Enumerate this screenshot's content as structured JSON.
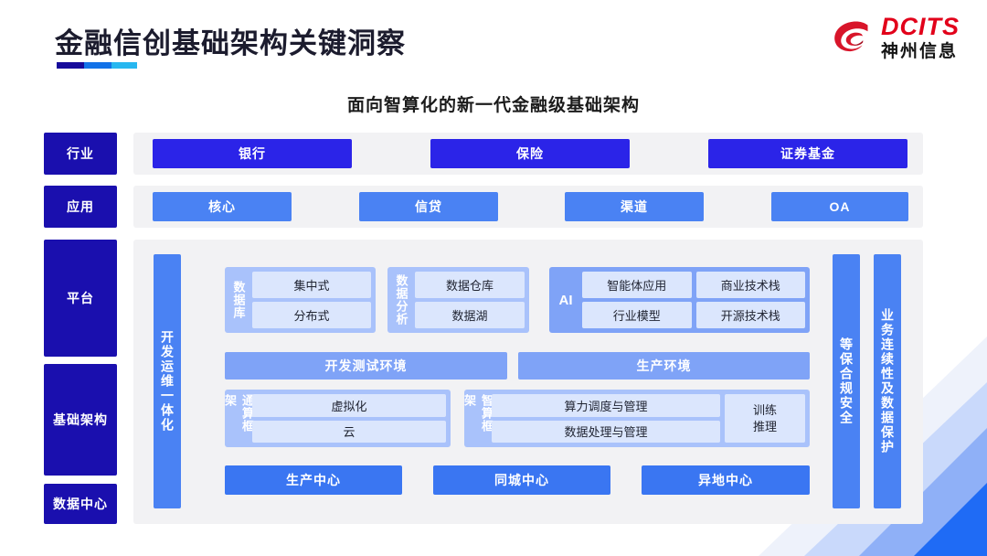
{
  "header": {
    "title": "金融信创基础架构关键洞察",
    "rule_colors": [
      "#160a9b",
      "#1272e8",
      "#27b7f0"
    ],
    "logo": {
      "en": "DCITS",
      "cn": "神州信息",
      "color": "#e2001a"
    }
  },
  "subtitle": "面向智算化的新一代金融级基础架构",
  "sidebar": {
    "items": [
      {
        "label": "行业"
      },
      {
        "label": "应用"
      },
      {
        "label": "平台"
      },
      {
        "label": "基础架构"
      },
      {
        "label": "数据中心"
      }
    ],
    "color": "#1a0fae"
  },
  "industry_row": {
    "color": "#2b24e8",
    "items": [
      {
        "label": "银行"
      },
      {
        "label": "保险"
      },
      {
        "label": "证券基金"
      }
    ]
  },
  "application_row": {
    "color": "#4a82f3",
    "items": [
      {
        "label": "核心"
      },
      {
        "label": "信贷"
      },
      {
        "label": "渠道"
      },
      {
        "label": "OA"
      }
    ]
  },
  "vertical_bars": {
    "color": "#4a82f3",
    "devops": "开发运维一体化",
    "security": "等保合规安全",
    "continuity": "业务连续性及数据保护"
  },
  "platform": {
    "database": {
      "label": "数据库",
      "cells": [
        "集中式",
        "分布式"
      ]
    },
    "data_analysis": {
      "label": "数据分析",
      "cells": [
        "数据仓库",
        "数据湖"
      ]
    },
    "ai": {
      "label": "AI",
      "color": "#7fa3f7",
      "cells_left": [
        "智能体应用",
        "行业模型"
      ],
      "cells_right": [
        "商业技术栈",
        "开源技术栈"
      ]
    },
    "environments": [
      {
        "label": "开发测试环境"
      },
      {
        "label": "生产环境"
      }
    ]
  },
  "infrastructure": {
    "general_compute": {
      "label": "通算框架",
      "cells": [
        "虚拟化",
        "云"
      ]
    },
    "intelligent_compute": {
      "label": "智算框架",
      "cells": [
        "算力调度与管理",
        "数据处理与管理"
      ],
      "side_cell_line1": "训练",
      "side_cell_line2": "推理"
    }
  },
  "datacenter_row": {
    "color": "#3a76f2",
    "items": [
      {
        "label": "生产中心"
      },
      {
        "label": "同城中心"
      },
      {
        "label": "异地中心"
      }
    ]
  }
}
